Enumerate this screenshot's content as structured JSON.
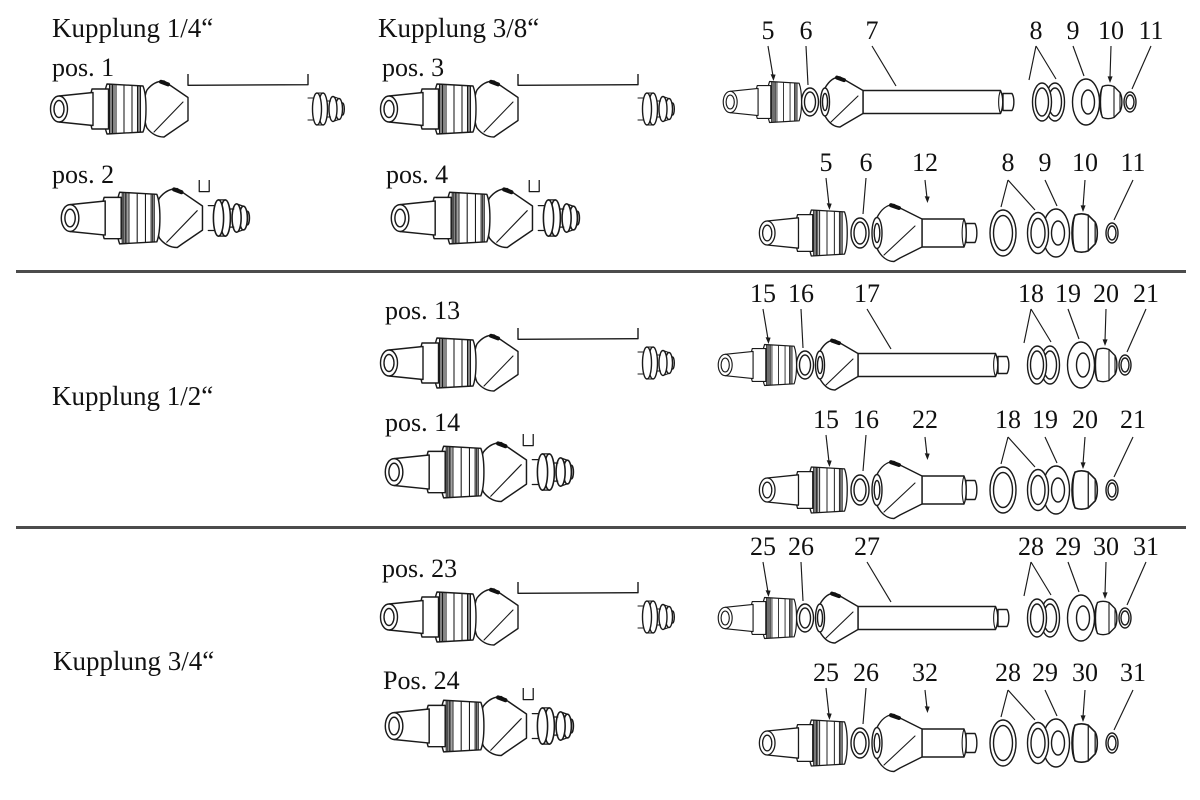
{
  "page": {
    "background": "#ffffff",
    "line_color": "#1a1a1a",
    "divider_color": "#4c4c4c"
  },
  "sections": [
    {
      "heading": "Kupplung 1/4“",
      "positions": [
        "pos. 1",
        "pos. 2"
      ]
    },
    {
      "heading": "Kupplung 3/8“",
      "positions": [
        "pos. 3",
        "pos. 4"
      ]
    },
    {
      "heading": "Kupplung 1/2“",
      "positions": [
        "pos. 13",
        "pos. 14"
      ]
    },
    {
      "heading": "Kupplung 3/4“",
      "positions": [
        "pos. 23",
        "Pos. 24"
      ]
    }
  ],
  "exploded_rows": [
    {
      "type": "long",
      "parts": [
        "5",
        "6",
        "7",
        "8",
        "9",
        "10",
        "11"
      ]
    },
    {
      "type": "short",
      "parts": [
        "5",
        "6",
        "12",
        "8",
        "9",
        "10",
        "11"
      ]
    },
    {
      "type": "long",
      "parts": [
        "15",
        "16",
        "17",
        "18",
        "19",
        "20",
        "21"
      ]
    },
    {
      "type": "short",
      "parts": [
        "15",
        "16",
        "22",
        "18",
        "19",
        "20",
        "21"
      ]
    },
    {
      "type": "long",
      "parts": [
        "25",
        "26",
        "27",
        "28",
        "29",
        "30",
        "31"
      ]
    },
    {
      "type": "short",
      "parts": [
        "25",
        "26",
        "32",
        "28",
        "29",
        "30",
        "31"
      ]
    }
  ]
}
